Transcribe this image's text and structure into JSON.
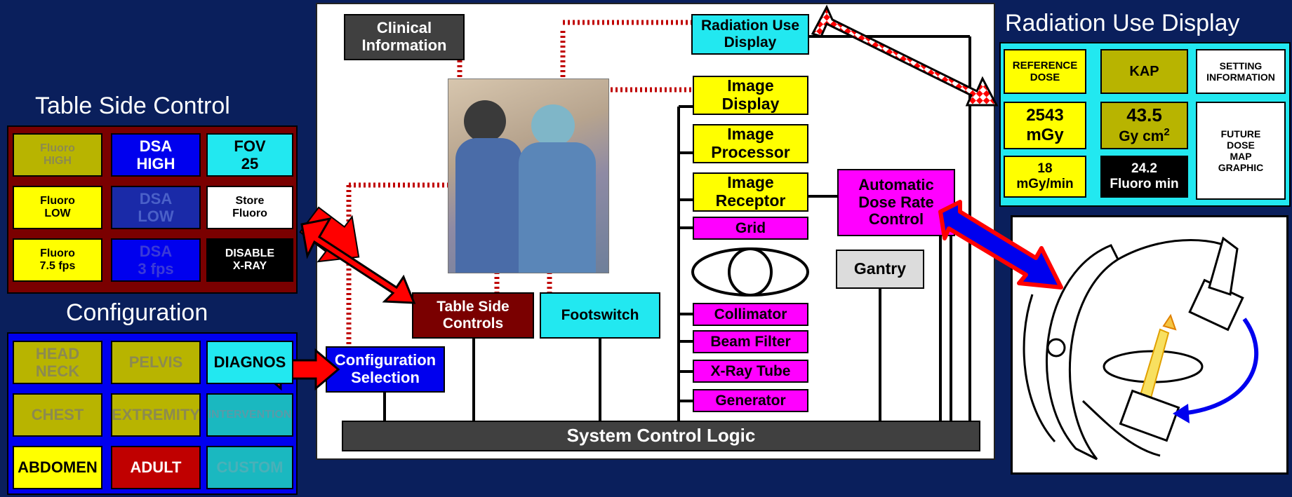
{
  "table_side_control": {
    "title": "Table Side Control",
    "cells": [
      {
        "label": "Fluoro\nHIGH",
        "bg": "#b8b400",
        "fg": "#8c8a50"
      },
      {
        "label": "DSA\nHIGH",
        "bg": "#0000ee",
        "fg": "#ffffff"
      },
      {
        "label": "FOV\n25",
        "bg": "#22e8f0",
        "fg": "#000000"
      },
      {
        "label": "Fluoro\nLOW",
        "bg": "#ffff00",
        "fg": "#000000"
      },
      {
        "label": "DSA\nLOW",
        "bg": "#1a2aa8",
        "fg": "#4a60c8"
      },
      {
        "label": "Store\nFluoro",
        "bg": "#ffffff",
        "fg": "#000000"
      },
      {
        "label": "Fluoro\n7.5 fps",
        "bg": "#ffff00",
        "fg": "#000000"
      },
      {
        "label": "DSA\n3 fps",
        "bg": "#0000ee",
        "fg": "#3a3ad8"
      },
      {
        "label": "DISABLE\nX-RAY",
        "bg": "#000000",
        "fg": "#ffffff"
      }
    ]
  },
  "configuration": {
    "title": "Configuration",
    "cells": [
      {
        "label": "HEAD\nNECK",
        "bg": "#b8b400",
        "fg": "#8c8a50"
      },
      {
        "label": "PELVIS",
        "bg": "#b8b400",
        "fg": "#8c8a50"
      },
      {
        "label": "DIAGNOS",
        "bg": "#22e8f0",
        "fg": "#000000"
      },
      {
        "label": "CHEST",
        "bg": "#b8b400",
        "fg": "#8c8a50"
      },
      {
        "label": "EXTREMITY",
        "bg": "#b8b400",
        "fg": "#8c8a50"
      },
      {
        "label": "INTERVENTION",
        "bg": "#1ab8c0",
        "fg": "#5a9aa8"
      },
      {
        "label": "ABDOMEN",
        "bg": "#ffff00",
        "fg": "#000000"
      },
      {
        "label": "ADULT",
        "bg": "#c00000",
        "fg": "#ffffff"
      },
      {
        "label": "CUSTOM",
        "bg": "#1ab8c0",
        "fg": "#4ab0b8"
      }
    ]
  },
  "radiation_use_display": {
    "title": "Radiation Use Display",
    "reference_dose_label": "REFERENCE\nDOSE",
    "kap_label": "KAP",
    "setting_info_label": "SETTING\nINFORMATION",
    "dose_value": "2543\nmGy",
    "kap_value": "43.5",
    "kap_unit": "Gy cm",
    "kap_unit_sup": "2",
    "dose_rate": "18\nmGy/min",
    "fluoro_time": "24.2\nFluoro min",
    "future_map": "FUTURE\nDOSE\nMAP\nGRAPHIC"
  },
  "diagram": {
    "clinical_information": "Clinical\nInformation",
    "radiation_use_display": "Radiation Use\nDisplay",
    "image_display": "Image\nDisplay",
    "image_processor": "Image\nProcessor",
    "image_receptor": "Image\nReceptor",
    "grid": "Grid",
    "automatic_dose_rate_control": "Automatic\nDose Rate\nControl",
    "gantry": "Gantry",
    "collimator": "Collimator",
    "beam_filter": "Beam Filter",
    "x_ray_tube": "X-Ray Tube",
    "generator": "Generator",
    "table_side_controls": "Table Side\nControls",
    "footswitch": "Footswitch",
    "configuration_selection": "Configuration\nSelection",
    "system_control_logic": "System Control Logic"
  },
  "colors": {
    "background": "#0a1f5c",
    "yellow": "#ffff00",
    "magenta": "#ff00ff",
    "cyan": "#22e8f0",
    "dark_red": "#7a0000",
    "arrow_red": "#ff0000",
    "arrow_blue": "#0000ee"
  }
}
